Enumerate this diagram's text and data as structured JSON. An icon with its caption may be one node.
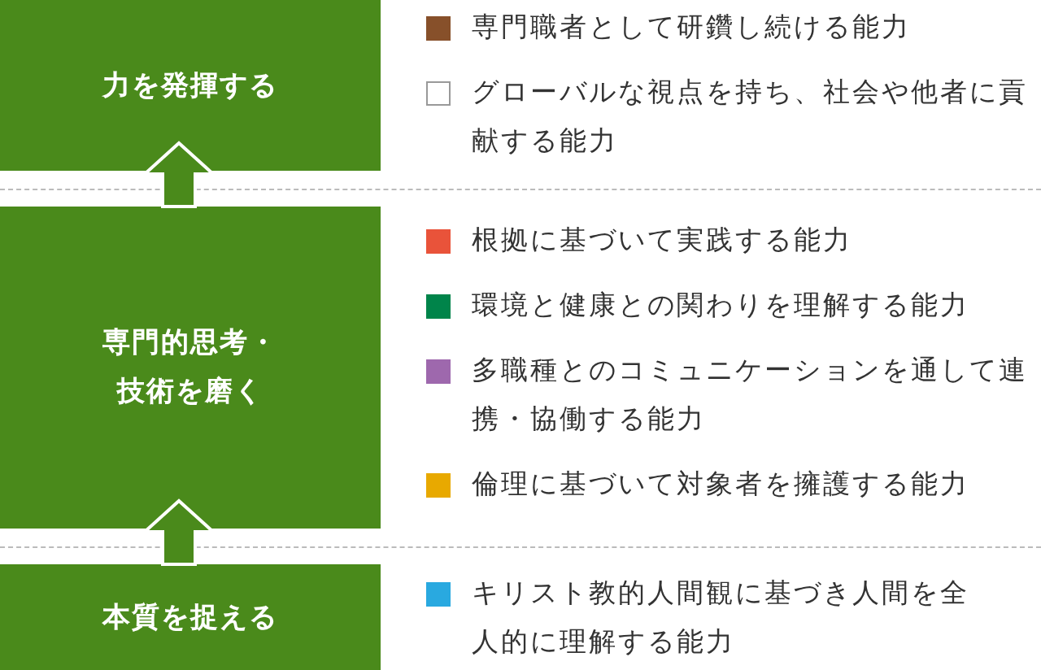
{
  "diagram": {
    "nodes": [
      {
        "text": [
          "力を発揮する"
        ]
      },
      {
        "text": [
          "専門的思考・技術を磨く"
        ]
      },
      {
        "text": [
          "本質を捉える"
        ]
      }
    ],
    "edges": [
      {
        "from": 2,
        "to": 1,
        "arrow": "to"
      },
      {
        "from": 1,
        "to": 0,
        "arrow": "to"
      }
    ],
    "legend": [
      {
        "text": "専門職者として研鑽し続ける能力",
        "color": "#87502a"
      },
      {
        "text": "グローバルな視点を持ち、社会や他者に貢献する能力",
        "color": "#ffffff"
      },
      {
        "text": "根拠に基づいて実践する能力",
        "color": "#e9533a"
      },
      {
        "text": "環境と健康との関わりを理解する能力",
        "color": "#00844a"
      },
      {
        "text": "多職種とのコミュニケーションを通して連携・協働する能力",
        "color": "#9e68ad"
      },
      {
        "text": "倫理に基づいて対象者を擁護する能力",
        "color": "#e8a900"
      },
      {
        "text": "キリスト教的人間観に基づき人間を全人的に理解する能力",
        "color": "#29a9e0"
      }
    ]
  }
}
